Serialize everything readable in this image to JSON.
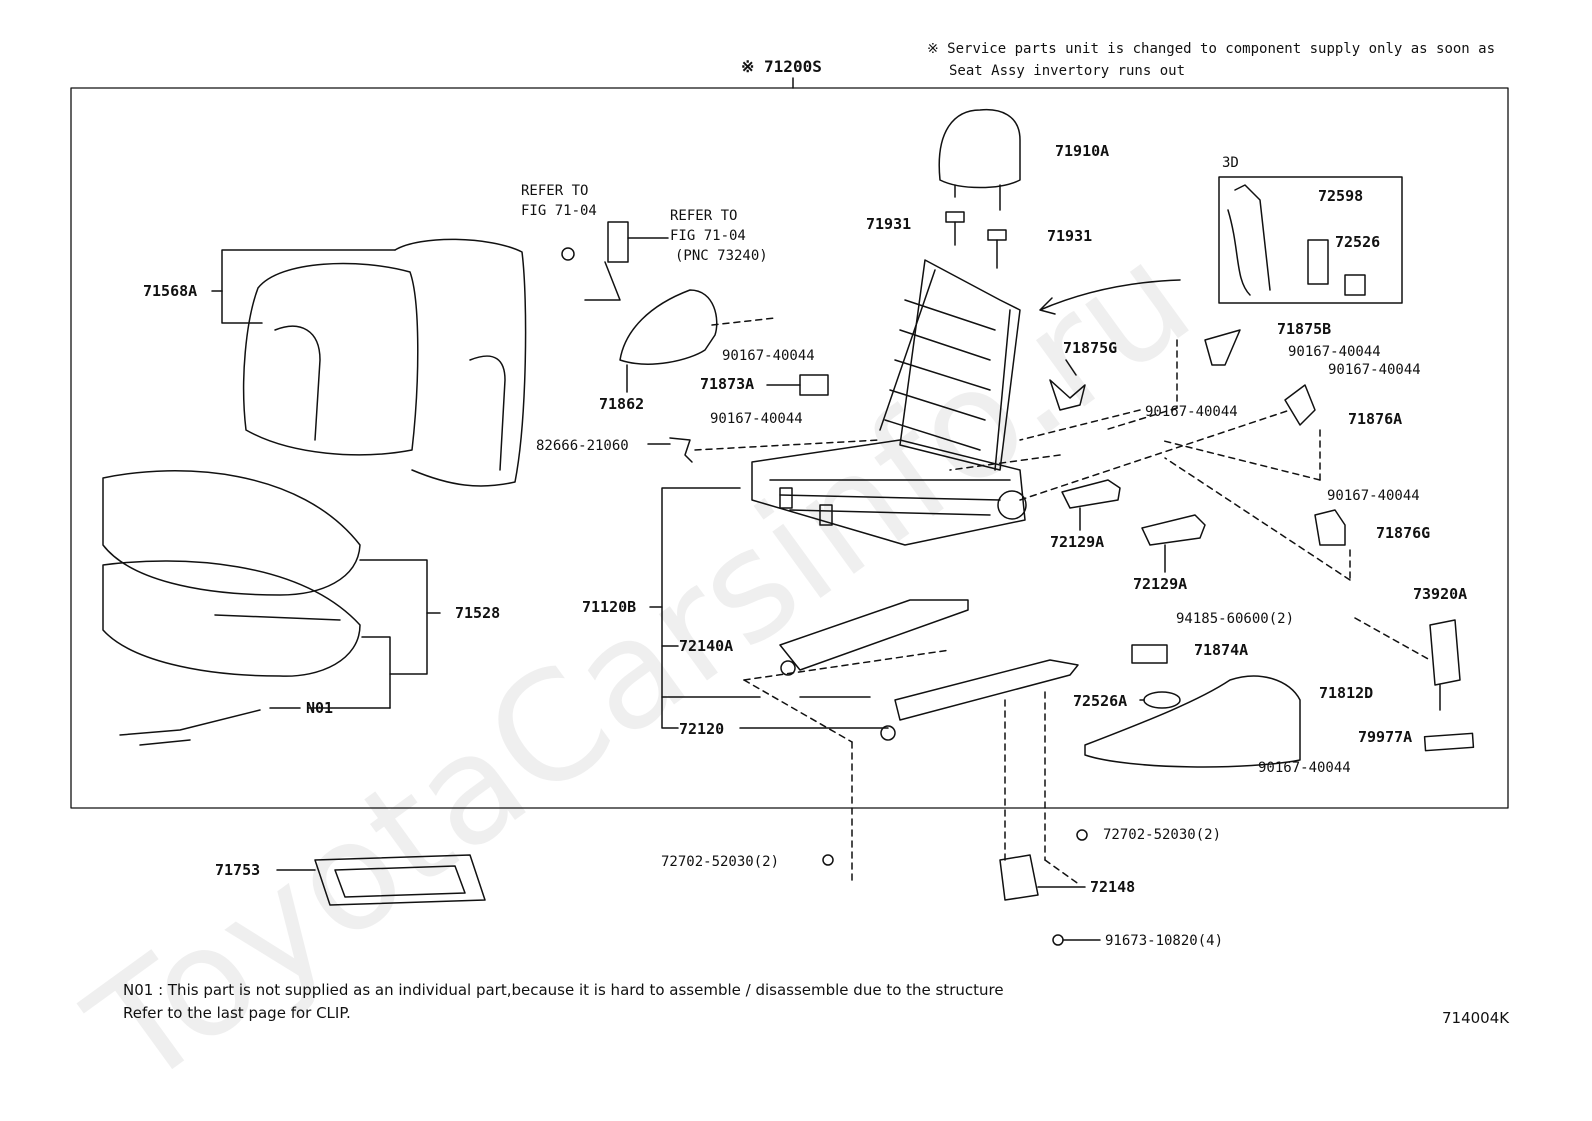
{
  "header": {
    "assembly_label": "※ 71200S",
    "service_note_line1": "※ Service parts unit is changed to component supply only as soon as",
    "service_note_line2": "Seat Assy invertory runs out"
  },
  "watermark": "ToyotaCarsinfo.ru",
  "parts": {
    "p71910A": "71910A",
    "p71931_left": "71931",
    "p71931_right": "71931",
    "detail_3d": "3D",
    "p72598": "72598",
    "p72526": "72526",
    "refer_to_1": "REFER TO",
    "fig_1": "FIG 71-04",
    "refer_to_2": "REFER TO",
    "fig_2": "FIG 71-04",
    "pnc": "(PNC 73240)",
    "p71568A": "71568A",
    "p90167_1": "90167-40044",
    "p71862": "71862",
    "p71873A": "71873A",
    "p90167_2": "90167-40044",
    "p82666": "82666-21060",
    "p71875G": "71875G",
    "p90167_3": "90167-40044",
    "p71875B": "71875B",
    "p90167_4": "90167-40044",
    "p90167_5": "90167-40044",
    "p71876A": "71876A",
    "p90167_6": "90167-40044",
    "p71876G": "71876G",
    "p72129A_1": "72129A",
    "p72129A_2": "72129A",
    "p71528": "71528",
    "p71120B": "71120B",
    "p72140A": "72140A",
    "p94185": "94185-60600(2)",
    "p73920A": "73920A",
    "p71874A": "71874A",
    "pN01": "N01",
    "p72526A": "72526A",
    "p71812D": "71812D",
    "p72120": "72120",
    "p79977A": "79977A",
    "p90167_7": "90167-40044",
    "p72702_right": "72702-52030(2)",
    "p72702_left": "72702-52030(2)",
    "p71753": "71753",
    "p72148": "72148",
    "p91673": "91673-10820(4)"
  },
  "footer": {
    "note_n01": "N01 : This part is not supplied as an individual part,because it is hard to assemble / disassemble due to the structure",
    "note_clip": "Refer to the last page for CLIP.",
    "figure_code": "714004K"
  }
}
